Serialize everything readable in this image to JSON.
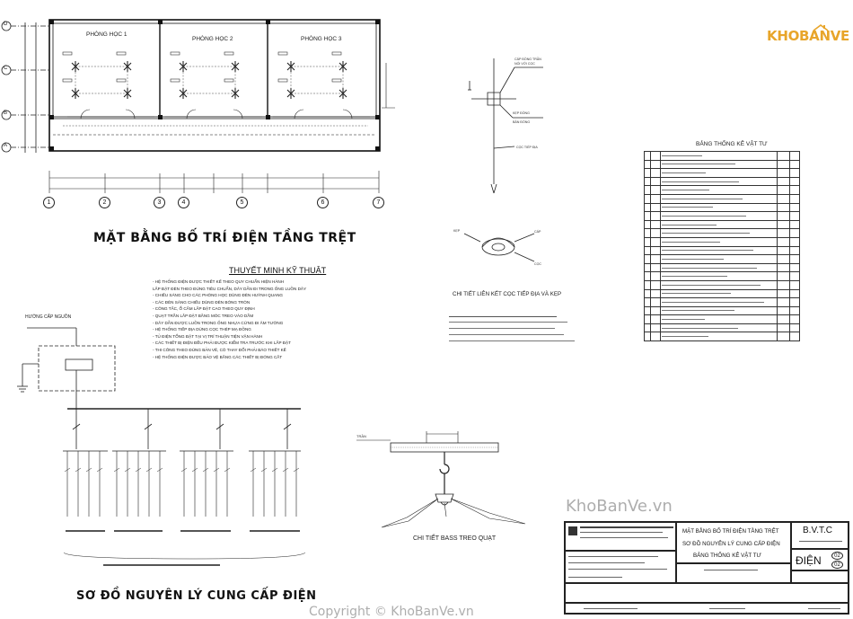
{
  "brand": {
    "logo_text": "KHOBANVE",
    "watermark_site": "KhoBanVe.vn",
    "copyright": "Copyright © KhoBanVe.vn"
  },
  "floor_plan": {
    "title": "MẶT BẰNG BỐ TRÍ ĐIỆN TẦNG TRỆT",
    "rooms": [
      "PHÒNG HỌC 1",
      "PHÒNG HỌC 2",
      "PHÒNG HỌC 3"
    ],
    "row_axes": [
      "D",
      "C",
      "B",
      "A"
    ],
    "col_axes": [
      "1",
      "2",
      "3",
      "4",
      "5",
      "6",
      "7"
    ]
  },
  "grounding": {
    "title": "CHI TIẾT LIÊN KẾT CỌC TIẾP ĐỊA VÀ KẸP"
  },
  "notes": {
    "title": "THUYẾT MINH KỸ THUẬT",
    "lines": [
      "- HỆ THỐNG ĐIỆN ĐƯỢC THIẾT KẾ THEO QUY CHUẨN HIỆN HÀNH",
      "LẮP ĐẶT ĐÈN THEO ĐÚNG TIÊU CHUẨN, DÂY DẪN ĐI TRONG ỐNG LUỒN DÂY",
      "- CHIẾU SÁNG CHO CÁC PHÒNG HỌC DÙNG ĐÈN HUỲNH QUANG",
      "- CÁC ĐÈN SÁNG CHIẾU DÙNG ĐÈN BÓNG TRÒN",
      "- CÔNG TẮC, Ổ CẮM LẮP ĐẶT CAO THEO QUY ĐỊNH",
      "- QUẠT TRẦN LẮP ĐẶT BẰNG MÓC TREO VÀO DẦM",
      "- DÂY DẪN ĐƯỢC LUỒN TRONG ỐNG NHỰA CỨNG ĐI ÂM TƯỜNG",
      "- HỆ THỐNG TIẾP ĐỊA DÙNG CỌC THÉP MẠ ĐỒNG",
      "- TỦ ĐIỆN TỔNG ĐẶT TẠI VỊ TRÍ THUẬN TIỆN VẬN HÀNH",
      "- CÁC THIẾT BỊ ĐIỆN ĐỀU PHẢI ĐƯỢC KIỂM TRA TRƯỚC KHI LẮP ĐẶT",
      "- THI CÔNG THEO ĐÚNG BẢN VẼ, CÓ THAY ĐỔI PHẢI BÁO THIẾT KẾ",
      "- HỆ THỐNG ĐIỆN ĐƯỢC BẢO VỆ BẰNG CÁC THIẾT BỊ ĐÓNG CẮT"
    ]
  },
  "supply": {
    "title": "SƠ ĐỒ NGUYÊN LÝ CUNG CẤP ĐIỆN",
    "source_label": "HƯỚNG CẤP NGUỒN"
  },
  "fan_detail": {
    "title": "CHI TIẾT BASS TREO QUẠT"
  },
  "materials": {
    "title": "BẢNG THỐNG KÊ VẬT TƯ",
    "rows": 22
  },
  "title_block": {
    "sheet_titles": [
      "MẶT BẰNG BỐ TRÍ ĐIỆN TẦNG TRỆT",
      "SƠ ĐỒ NGUYÊN LÝ CUNG CẤP ĐIỆN",
      "BẢNG THỐNG KÊ VẬT TƯ"
    ],
    "stage": "B.V.T.C",
    "discipline": "ĐIỆN",
    "sheet_no": "02",
    "sheet_total": "02"
  }
}
